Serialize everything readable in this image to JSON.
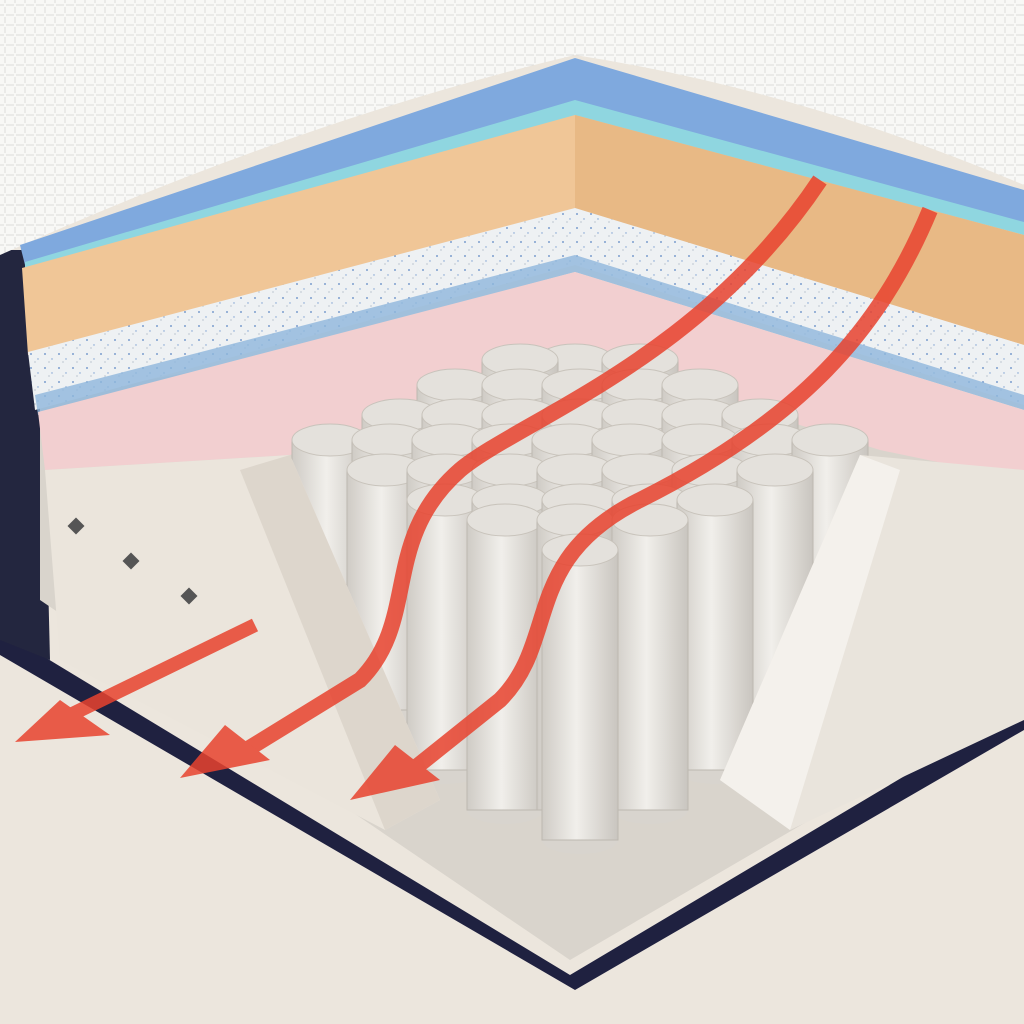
{
  "image": {
    "subject": "mattress-cutaway",
    "layers": [
      "quilted-cover",
      "blue-comfort-layer",
      "orange-foam-layer",
      "gel-speckled-foam-layer",
      "pink-support-foam-layer",
      "pocket-spring-core",
      "foam-edge-support",
      "base"
    ],
    "arrow_count": 3
  },
  "colors": {
    "background": "#ece6dd",
    "cover": "#f2f2f0",
    "blue_layer": "#7fa9de",
    "cyan_edge": "#8fd6e0",
    "orange_foam": "#f0c697",
    "gel_foam": "#e9eef2",
    "pink_foam": "#f2cfd0",
    "edge_foam": "#ebe5dc",
    "base_border": "#1f2140",
    "springs": "#e4e1dc",
    "arrow": "#e8432f"
  }
}
